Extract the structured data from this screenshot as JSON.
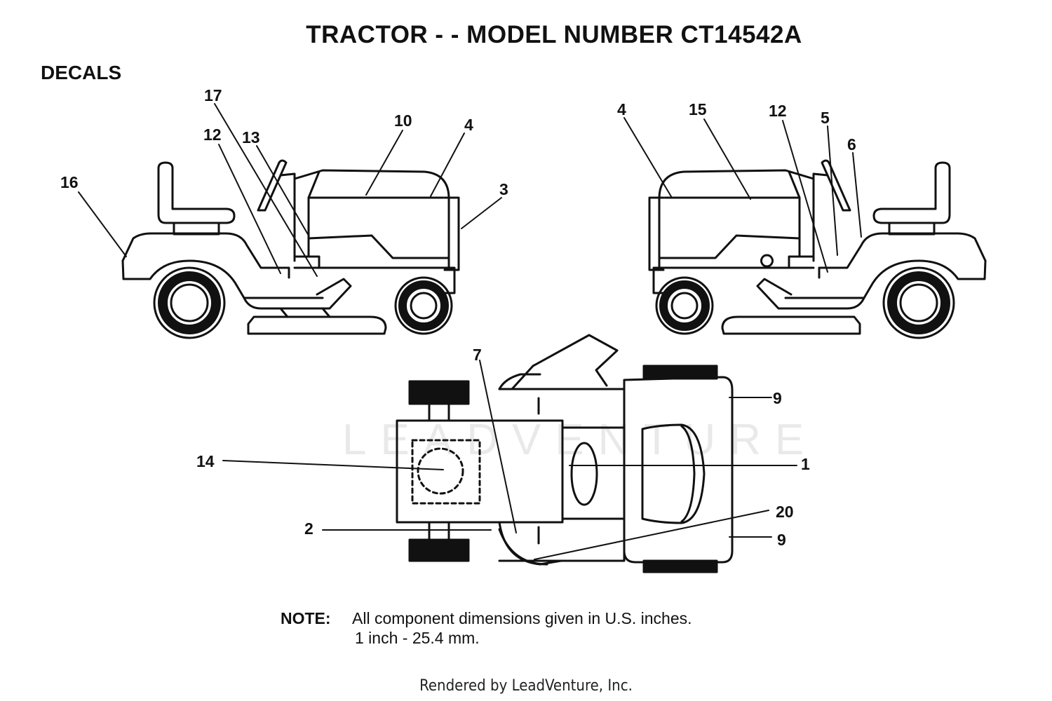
{
  "header": {
    "title": "TRACTOR - - MODEL NUMBER CT14542A",
    "section": "DECALS"
  },
  "watermark": "LEADVENTURE",
  "callouts": [
    {
      "id": "c17-left",
      "label": "17"
    },
    {
      "id": "c12-left",
      "label": "12"
    },
    {
      "id": "c13-left",
      "label": "13"
    },
    {
      "id": "c10-left",
      "label": "10"
    },
    {
      "id": "c4-left",
      "label": "4"
    },
    {
      "id": "c3-left",
      "label": "3"
    },
    {
      "id": "c16-left",
      "label": "16"
    },
    {
      "id": "c4-right",
      "label": "4"
    },
    {
      "id": "c15-right",
      "label": "15"
    },
    {
      "id": "c12-right",
      "label": "12"
    },
    {
      "id": "c5-right",
      "label": "5"
    },
    {
      "id": "c6-right",
      "label": "6"
    },
    {
      "id": "c7-top",
      "label": "7"
    },
    {
      "id": "c9-top-upper",
      "label": "9"
    },
    {
      "id": "c14-top",
      "label": "14"
    },
    {
      "id": "c1-top",
      "label": "1"
    },
    {
      "id": "c20-top",
      "label": "20"
    },
    {
      "id": "c2-top",
      "label": "2"
    },
    {
      "id": "c9-top-lower",
      "label": "9"
    }
  ],
  "note": {
    "label": "NOTE:",
    "line1": "All component dimensions given in U.S. inches.",
    "line2": "1 inch - 25.4 mm."
  },
  "footer": "Rendered by LeadVenture, Inc."
}
